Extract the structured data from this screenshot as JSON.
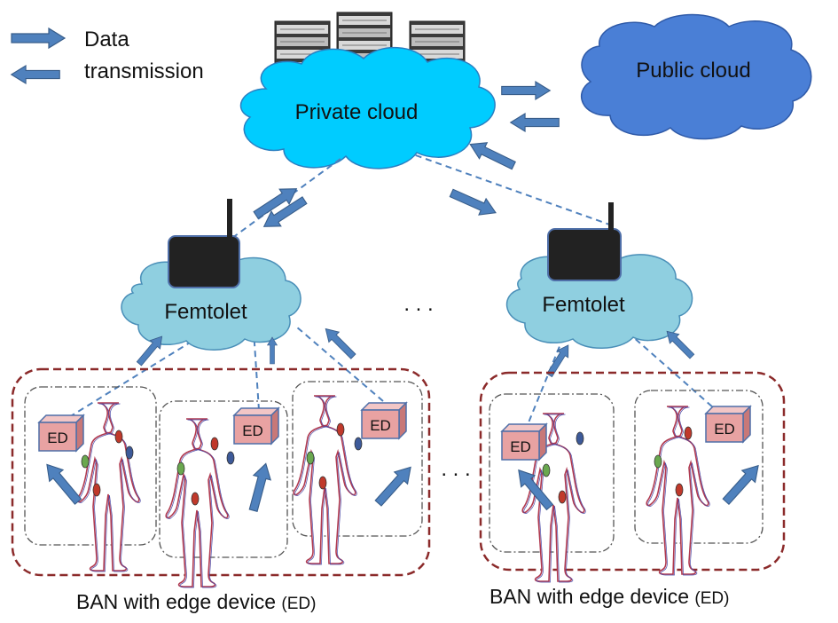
{
  "legend": {
    "line1": "Data",
    "line2": "transmission"
  },
  "clouds": {
    "private": "Private cloud",
    "public": "Public cloud"
  },
  "femtolets": {
    "left": "Femtolet",
    "right": "Femtolet"
  },
  "ellipsis": {
    "middle": ". . .",
    "bottom": ". . ."
  },
  "edge_device": {
    "label": "ED"
  },
  "captions": {
    "left": {
      "main": "BAN with edge device ",
      "paren": "(ED)"
    },
    "right": {
      "main": "BAN with edge device ",
      "paren": "(ED)"
    }
  },
  "colors": {
    "private_cloud": "#00ccff",
    "femtolet_cloud": "#8fcfe0",
    "public_cloud": "#4a7fd6",
    "arrow": "#4f81bd",
    "dashed_link": "#4f81bd",
    "ban_border": "#8b2a2a",
    "ed_box": "#e8a2a2",
    "device_body": "#222222"
  }
}
